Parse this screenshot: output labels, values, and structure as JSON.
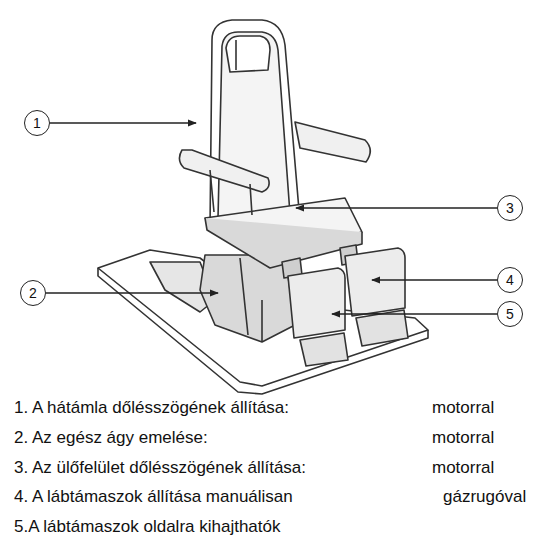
{
  "diagram": {
    "nodes": [
      {
        "text": [
          "1"
        ]
      },
      {
        "text": [
          "3"
        ]
      },
      {
        "text": [
          "4"
        ]
      },
      {
        "text": [
          "2"
        ]
      },
      {
        "text": [
          "5"
        ]
      }
    ],
    "labels": [
      "1. A hátámla dőlésszögének állítása:",
      "motorral",
      "2. Az egész ágy emelése:",
      "motorral",
      "3. Az ülőfelület dőlésszögének állítása:",
      "motorral",
      "4. A lábtámaszok állítása manuálisan",
      "gázrugóval",
      "5.A lábtámaszok oldalra kihajthatók"
    ]
  }
}
